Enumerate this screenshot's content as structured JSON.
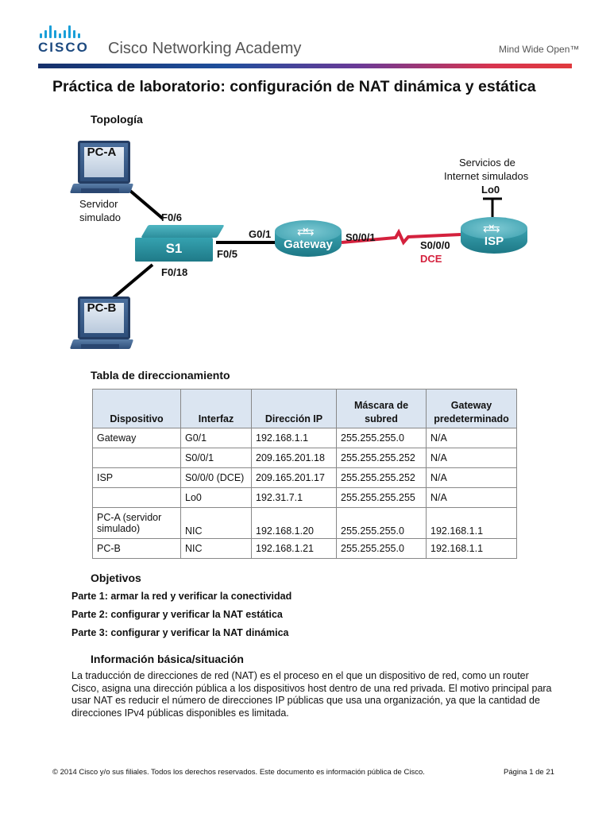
{
  "header": {
    "logo_text": "CISCO",
    "academy_name": "Cisco Networking Academy",
    "tagline": "Mind Wide Open™"
  },
  "title": "Práctica de laboratorio: configuración de NAT dinámica y estática",
  "topology": {
    "heading": "Topología",
    "devices": {
      "pc_a": "PC-A",
      "pc_b": "PC-B",
      "switch": "S1",
      "gateway": "Gateway",
      "isp": "ISP"
    },
    "labels": {
      "servidor_line1": "Servidor",
      "servidor_line2": "simulado",
      "f06": "F0/6",
      "f05": "F0/5",
      "f018": "F0/18",
      "g01": "G0/1",
      "s001": "S0/0/1",
      "s000": "S0/0/0",
      "dce": "DCE",
      "internet_line1": "Servicios de",
      "internet_line2": "Internet simulados",
      "lo0": "Lo0"
    },
    "colors": {
      "serial_link": "#d4213d",
      "device": "#2d8e9c"
    }
  },
  "address_table": {
    "heading": "Tabla de direccionamiento",
    "columns": [
      "Dispositivo",
      "Interfaz",
      "Dirección IP",
      "Máscara de subred",
      "Gateway predeterminado"
    ],
    "rows": [
      [
        "Gateway",
        "G0/1",
        "192.168.1.1",
        "255.255.255.0",
        "N/A"
      ],
      [
        "",
        "S0/0/1",
        "209.165.201.18",
        "255.255.255.252",
        "N/A"
      ],
      [
        "ISP",
        "S0/0/0 (DCE)",
        "209.165.201.17",
        "255.255.255.252",
        "N/A"
      ],
      [
        "",
        "Lo0",
        "192.31.7.1",
        "255.255.255.255",
        "N/A"
      ],
      [
        "PC-A (servidor simulado)",
        "NIC",
        "192.168.1.20",
        "255.255.255.0",
        "192.168.1.1"
      ],
      [
        "PC-B",
        "NIC",
        "192.168.1.21",
        "255.255.255.0",
        "192.168.1.1"
      ]
    ]
  },
  "objectives": {
    "heading": "Objetivos",
    "items": [
      "Parte 1: armar la red y verificar la conectividad",
      "Parte 2: configurar y verificar la NAT estática",
      "Parte 3: configurar y verificar la NAT dinámica"
    ]
  },
  "background": {
    "heading": "Información básica/situación",
    "text": "La traducción de direcciones de red (NAT) es el proceso en el que un dispositivo de red, como un router Cisco, asigna una dirección pública a los dispositivos host dentro de una red privada. El motivo principal para usar NAT es reducir el número de direcciones IP públicas que usa una organización, ya que la cantidad de direcciones IPv4 públicas disponibles es limitada."
  },
  "footer": {
    "copyright": "© 2014 Cisco y/o sus filiales. Todos los derechos reservados. Este documento es información pública de Cisco.",
    "page": "Página 1 de 21"
  }
}
